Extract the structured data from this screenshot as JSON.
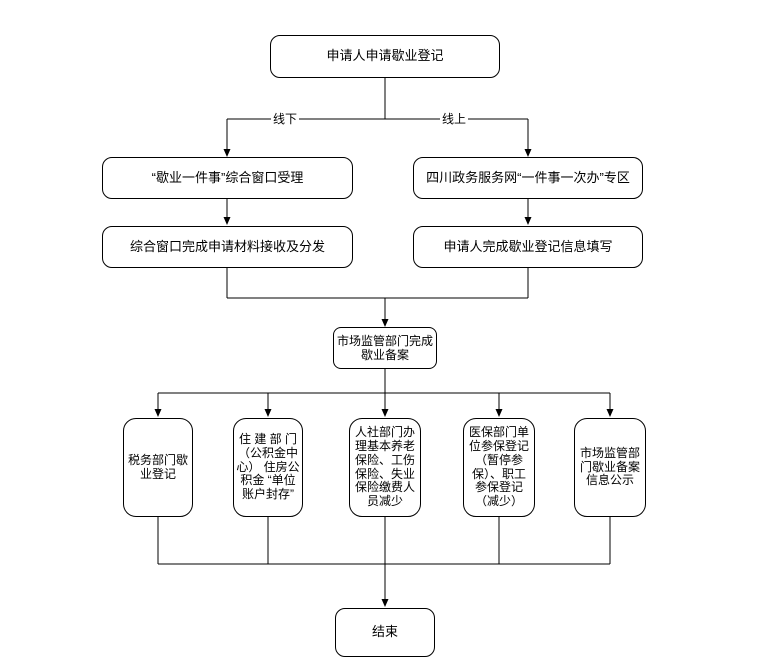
{
  "diagram": {
    "colors": {
      "background": "#ffffff",
      "line": "#000000",
      "box_fill": "#ffffff",
      "box_border": "#000000",
      "text": "#000000"
    },
    "nodes": {
      "start": {
        "label": "申请人申请歇业登记"
      },
      "offline_accept": {
        "label": "“歇业一件事”综合窗口受理"
      },
      "online_zone": {
        "label": "四川政务服务网“一件事一次办”专区"
      },
      "offline_dispatch": {
        "label": "综合窗口完成申请材料接收及分发"
      },
      "online_fill": {
        "label": "申请人完成歇业登记信息填写"
      },
      "market_filing": {
        "label": "市场监管部门完成\n歇业备案"
      },
      "tax": {
        "label": "税务部门歇\n业登记"
      },
      "housing": {
        "label": "住 建 部 门\n（公积金中\n心） 住房公\n积金 “单位\n账户封存”"
      },
      "hr_social": {
        "label": "人社部门办\n理基本养老\n保险、工伤\n保险、失业\n保险缴费人\n员减少"
      },
      "medical": {
        "label": "医保部门单\n位参保登记\n（暂停参\n保）、职工\n参保登记\n（减少）"
      },
      "market_publicity": {
        "label": "市场监管部\n门歇业备案\n信息公示"
      },
      "end": {
        "label": "结束"
      }
    },
    "edge_labels": {
      "offline": "线下",
      "online": "线上"
    }
  }
}
